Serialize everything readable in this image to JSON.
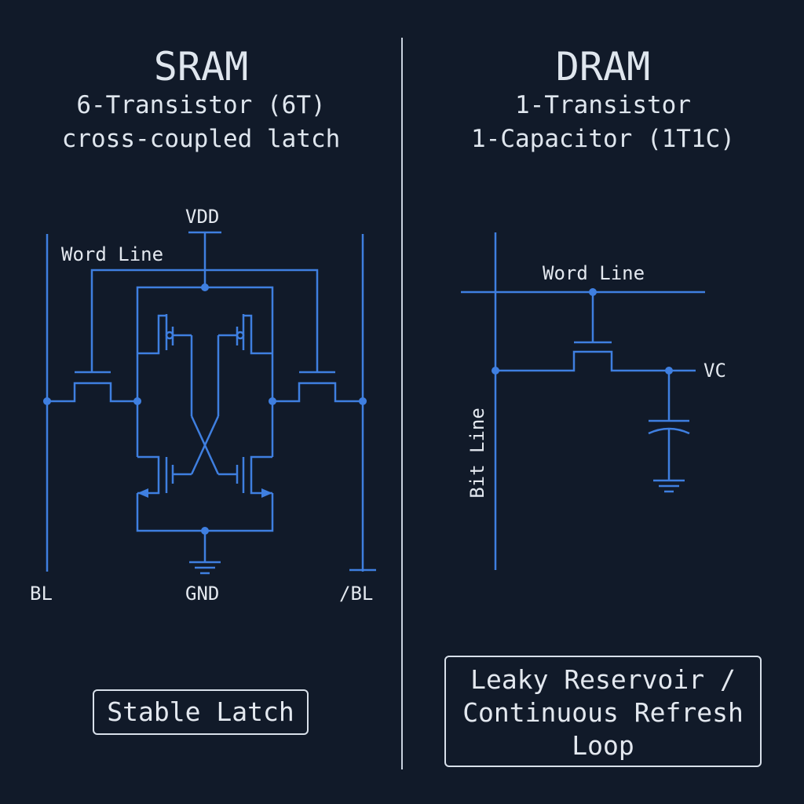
{
  "sram": {
    "title": "SRAM",
    "subtitle_line1": "6-Transistor (6T)",
    "subtitle_line2": "cross-coupled latch",
    "labels": {
      "vdd": "VDD",
      "word_line": "Word Line",
      "bl": "BL",
      "gnd": "GND",
      "bl_bar": "/BL"
    },
    "caption": "Stable Latch"
  },
  "dram": {
    "title": "DRAM",
    "subtitle_line1": "1-Transistor",
    "subtitle_line2": "1-Capacitor (1T1C)",
    "labels": {
      "word_line": "Word Line",
      "vc": "VC",
      "bit_line": "Bit Line"
    },
    "caption_line1": "Leaky Reservoir /",
    "caption_line2": "Continuous Refresh",
    "caption_line3": "Loop"
  },
  "colors": {
    "background": "#111a29",
    "wire": "#3f7fe0",
    "text": "#dfe6ee",
    "divider": "#c9d2de"
  }
}
